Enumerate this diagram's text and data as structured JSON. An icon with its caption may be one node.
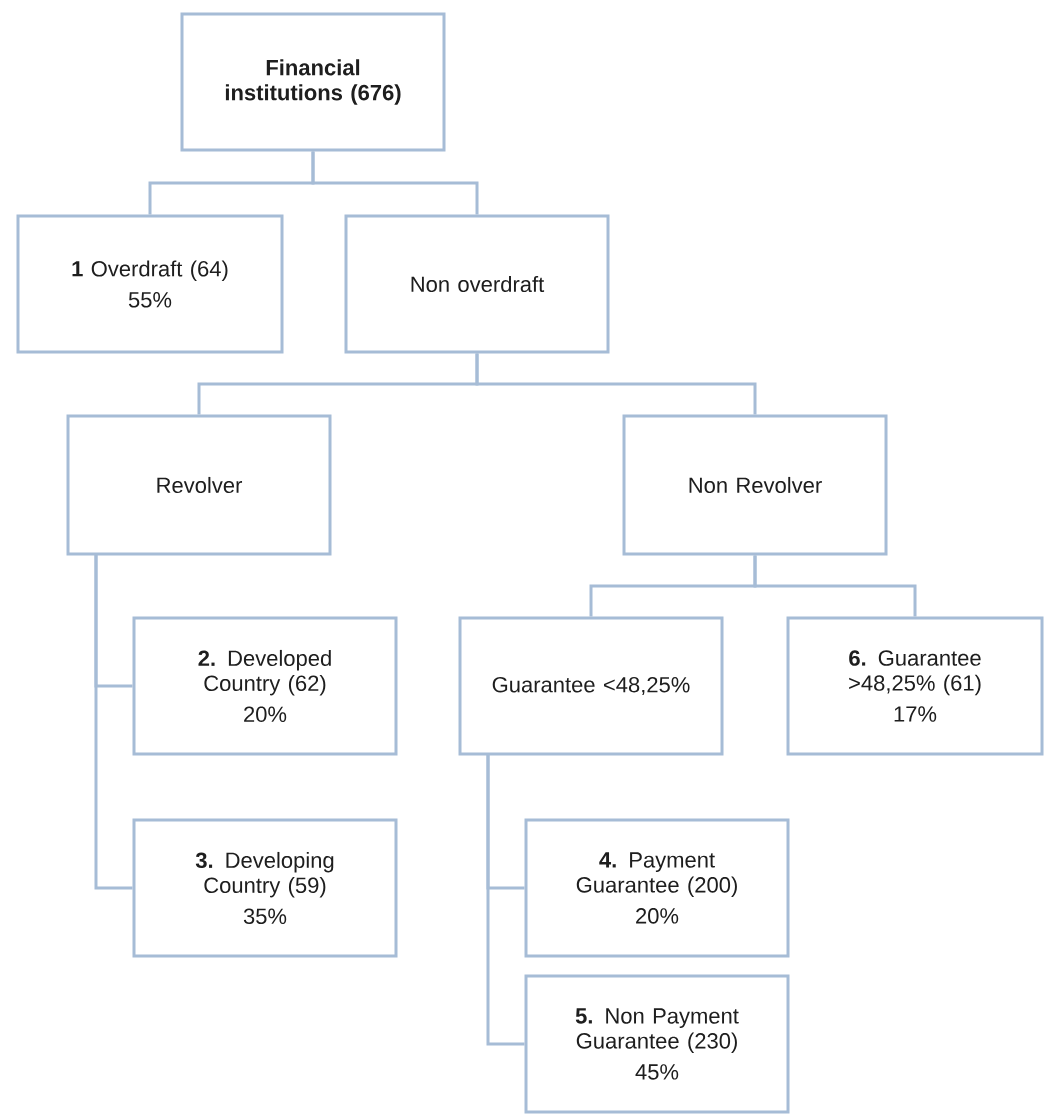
{
  "diagram": {
    "nodes": [
      {
        "text": [
          "Financial institutions (676)"
        ]
      },
      {
        "text": [
          "**1** Overdraft (64)",
          "55%"
        ]
      },
      {
        "text": [
          "Non overdraft"
        ]
      },
      {
        "text": [
          "Revolver"
        ]
      },
      {
        "text": [
          "Non Revolver"
        ]
      },
      {
        "text": [
          "**2.** Developed Country (62)",
          "20%"
        ]
      },
      {
        "text": [
          "**3.** Developing Country (59)",
          "35%"
        ]
      },
      {
        "text": [
          "Guarantee <48,25%"
        ]
      },
      {
        "text": [
          "**6.** Guarantee >48,25% (61)",
          "17%"
        ]
      },
      {
        "text": [
          "**4.** Payment Guarantee (200)",
          "20%"
        ]
      },
      {
        "text": [
          "**5.** Non Payment Guarantee (230)",
          "45%"
        ]
      }
    ],
    "edges": [
      {
        "from": 0,
        "to": 1,
        "arrow": "none"
      },
      {
        "from": 0,
        "to": 2,
        "arrow": "none"
      },
      {
        "from": 2,
        "to": 3,
        "arrow": "none"
      },
      {
        "from": 2,
        "to": 4,
        "arrow": "none"
      },
      {
        "from": 3,
        "to": 5,
        "arrow": "none"
      },
      {
        "from": 3,
        "to": 6,
        "arrow": "none"
      },
      {
        "from": 4,
        "to": 7,
        "arrow": "none"
      },
      {
        "from": 4,
        "to": 8,
        "arrow": "none"
      },
      {
        "from": 7,
        "to": 9,
        "arrow": "none"
      },
      {
        "from": 7,
        "to": 10,
        "arrow": "none"
      }
    ]
  }
}
